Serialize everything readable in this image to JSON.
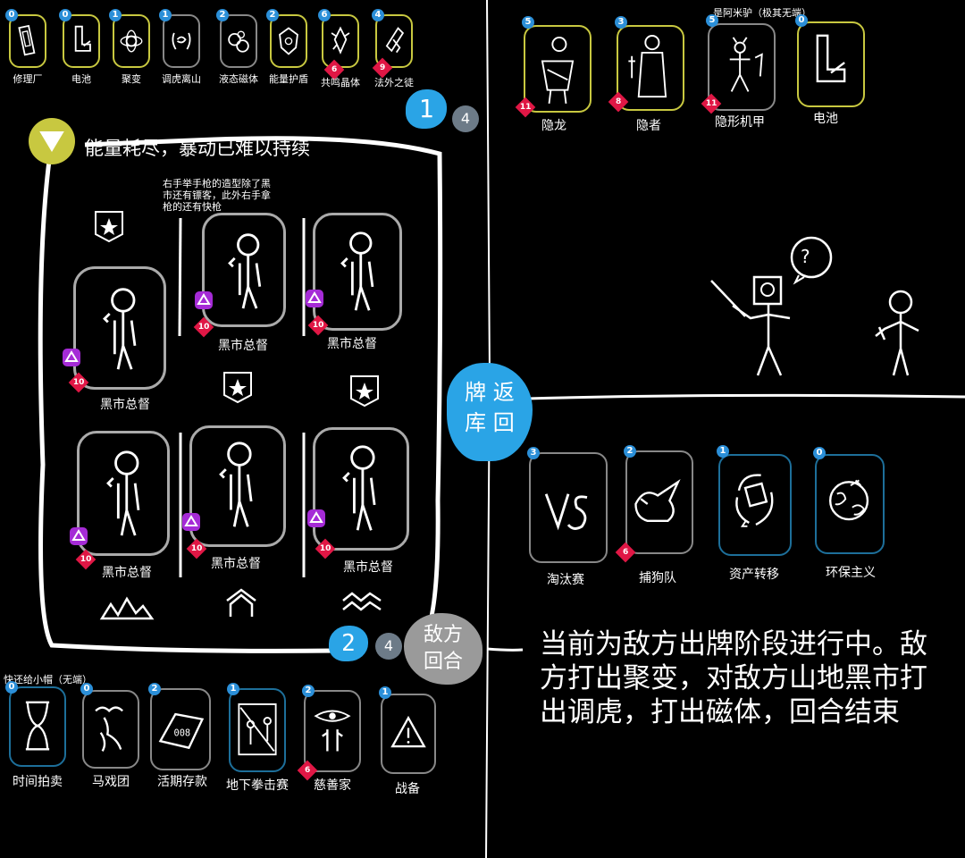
{
  "colors": {
    "cost": "#2b8fd8",
    "attack": "#e01745",
    "shield": "#a52bd6",
    "blob": "#2aa4e6",
    "gray_badge": "#6d7b88",
    "player_yellow": "#c8c840",
    "enemy_blue": "#1d6f9a"
  },
  "top_hand": [
    {
      "cost": "0",
      "label": "修理厂",
      "icon": "factory-icon"
    },
    {
      "cost": "0",
      "label": "电池",
      "icon": "battery-icon"
    },
    {
      "cost": "1",
      "label": "聚变",
      "icon": "atom-icon"
    },
    {
      "cost": "1",
      "label": "调虎离山",
      "icon": "swirl-icon"
    },
    {
      "cost": "2",
      "label": "液态磁体",
      "icon": "liquid-magnet-icon"
    },
    {
      "cost": "2",
      "label": "能量护盾",
      "icon": "shield-icon"
    },
    {
      "cost": "6",
      "label": "共鸣晶体",
      "icon": "crystal-icon",
      "attack": "6"
    },
    {
      "cost": "4",
      "label": "法外之徒",
      "icon": "outlaw-icon",
      "attack": "9"
    }
  ],
  "top_counter": {
    "big": "1",
    "small": "4"
  },
  "status_message": "能量耗尽，暴动已难以持续",
  "board_note": "右手举手枪的造型除了黑\n市还有镖客，此外右手拿\n枪的还有快枪",
  "board_cards": [
    {
      "label": "黑市总督",
      "attack": "10"
    },
    {
      "label": "黑市总督",
      "attack": "10"
    },
    {
      "label": "黑市总督",
      "attack": "10"
    },
    {
      "label": "黑市总督",
      "attack": "10"
    },
    {
      "label": "黑市总督",
      "attack": "10"
    },
    {
      "label": "黑市总督",
      "attack": "10"
    }
  ],
  "blob_button": {
    "line1": "牌 返",
    "line2": "库 回"
  },
  "enemy_board": [
    {
      "cost": "5",
      "label": "隐龙",
      "attack": "11",
      "icon": "ninja-icon"
    },
    {
      "cost": "3",
      "label": "隐者",
      "attack": "8",
      "icon": "hermit-icon"
    },
    {
      "cost": "5",
      "label": "隐形机甲",
      "attack": "11",
      "icon": "mech-icon"
    },
    {
      "cost": "0",
      "label": "电池",
      "icon": "battery-icon"
    }
  ],
  "enemy_board_note": "是阿米驴（极其无端）",
  "thought_bubble": "?",
  "enemy_hand": [
    {
      "cost": "3",
      "label": "淘汰赛",
      "icon": "vs-icon"
    },
    {
      "cost": "2",
      "label": "捕狗队",
      "attack": "6",
      "icon": "dog-icon"
    },
    {
      "cost": "1",
      "label": "资产转移",
      "icon": "transfer-icon"
    },
    {
      "cost": "0",
      "label": "环保主义",
      "icon": "globe-icon"
    }
  ],
  "bottom_counter": {
    "big": "2",
    "small": "4"
  },
  "turn_badge": {
    "line1": "敌方",
    "line2": "回合"
  },
  "narration": "当前为敌方出牌阶段进行中。敌\n方打出聚变，对敌方山地黑市打\n出调虎，打出磁体，回合结束",
  "bottom_note": "快还给小帽（无端）",
  "bottom_hand": [
    {
      "cost": "0",
      "label": "时间拍卖",
      "icon": "hourglass-icon"
    },
    {
      "cost": "0",
      "label": "马戏团",
      "icon": "circus-icon"
    },
    {
      "cost": "2",
      "label": "活期存款",
      "icon": "deposit-icon"
    },
    {
      "cost": "1",
      "label": "地下拳击赛",
      "icon": "boxing-icon"
    },
    {
      "cost": "2",
      "label": "慈善家",
      "attack": "6",
      "icon": "philanthropist-icon"
    },
    {
      "cost": "1",
      "label": "战备",
      "icon": "warning-icon"
    }
  ]
}
